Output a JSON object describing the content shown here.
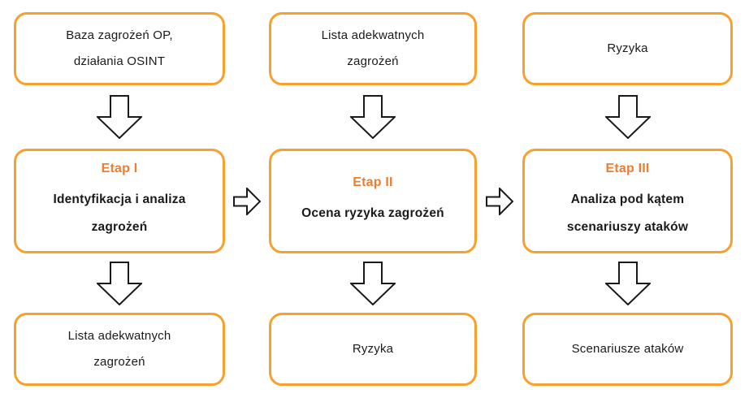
{
  "colors": {
    "box_border": "#F9A02C",
    "stage_label": "#ED7D31",
    "arrow_outline": "#1A1A1A",
    "box_fill": "#FFFFFF",
    "text": "#1A1A1A"
  },
  "icons": {
    "down_arrow": "hollow-down-block-arrow",
    "right_arrow": "hollow-right-block-arrow"
  },
  "columns": [
    {
      "input": "Baza zagrożeń OP,\ndziałania OSINT",
      "stage_label": "Etap I",
      "stage_title": "Identyfikacja i analiza\nzagrożeń",
      "output": "Lista adekwatnych\nzagrożeń"
    },
    {
      "input": "Lista adekwatnych\nzagrożeń",
      "stage_label": "Etap II",
      "stage_title": "Ocena ryzyka zagrożeń",
      "output": "Ryzyka"
    },
    {
      "input": "Ryzyka",
      "stage_label": "Etap III",
      "stage_title": "Analiza pod kątem\nscenariuszy ataków",
      "output": "Scenariusze ataków"
    }
  ]
}
